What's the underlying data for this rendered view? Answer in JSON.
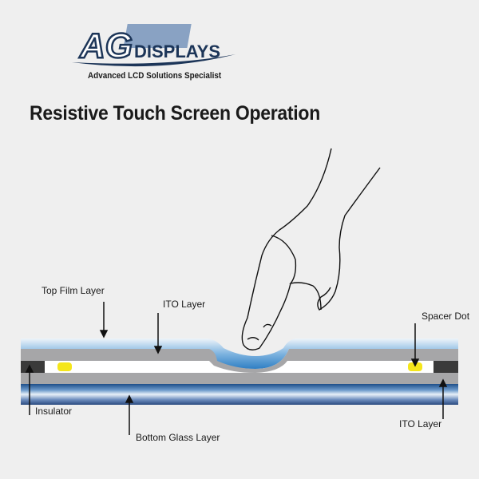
{
  "logo": {
    "brand": "AG DISPLAYS",
    "tagline": "Advanced LCD Solutions Specialist"
  },
  "title": "Resistive Touch Screen Operation",
  "labels": {
    "top_film": "Top Film Layer",
    "ito_top": "ITO Layer",
    "spacer_dot": "Spacer Dot",
    "insulator": "Insulator",
    "bottom_glass": "Bottom Glass Layer",
    "ito_bottom": "ITO Layer"
  },
  "colors": {
    "film_blue": "#3f8fd0",
    "ito_gray": "#a6a6a8",
    "insulator": "#3a3a3a",
    "spacer": "#f5e61a",
    "glass_blue": "#2f5f9a"
  }
}
